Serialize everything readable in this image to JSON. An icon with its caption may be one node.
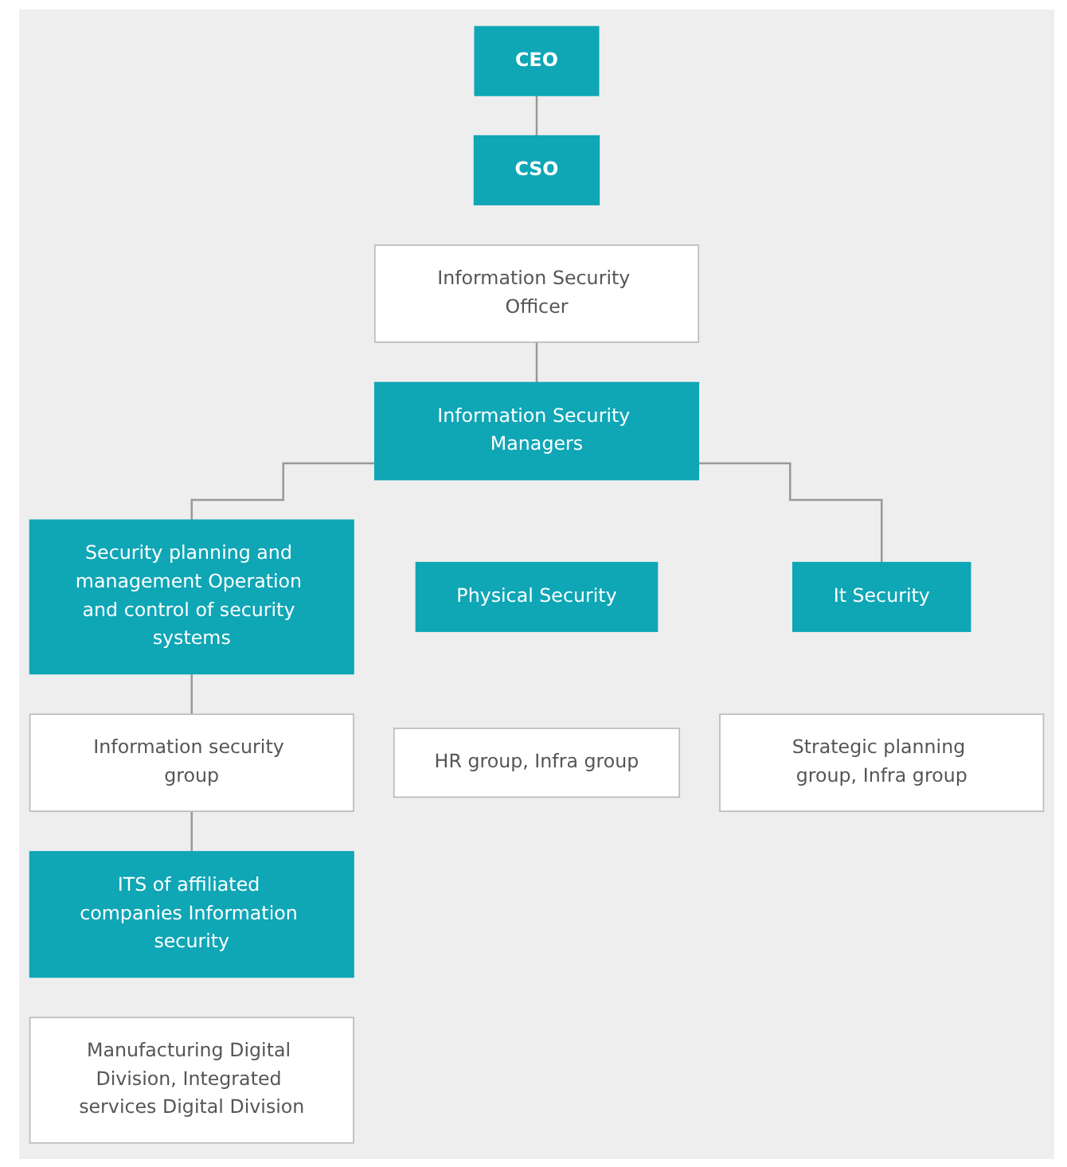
{
  "diagram": {
    "nodes": [
      {
        "text": [
          "CEO"
        ]
      },
      {
        "text": [
          "CSO"
        ]
      },
      {
        "text": [
          "Information Security Officer"
        ]
      },
      {
        "text": [
          "Information Security Managers"
        ]
      },
      {
        "text": [
          "Security planning and management Operation and control of security systems"
        ]
      },
      {
        "text": [
          "Information security group"
        ]
      },
      {
        "text": [
          "Physical Security"
        ]
      },
      {
        "text": [
          "HR group, Infra group"
        ]
      },
      {
        "text": [
          "It Security"
        ]
      },
      {
        "text": [
          "Strategic planning group, Infra group"
        ]
      },
      {
        "text": [
          "ITS of affiliated companies Information security"
        ]
      },
      {
        "text": [
          "Manufacturing Digital Division, Integrated services Digital Division"
        ]
      }
    ],
    "edges": [
      {
        "from": 0,
        "to": 1,
        "arrow": "none"
      },
      {
        "from": 2,
        "to": 3,
        "arrow": "none"
      },
      {
        "from": 3,
        "to": 4,
        "arrow": "none"
      },
      {
        "from": 3,
        "to": 8,
        "arrow": "none"
      },
      {
        "from": 4,
        "to": 5,
        "arrow": "none"
      },
      {
        "from": 5,
        "to": 10,
        "arrow": "none"
      }
    ]
  }
}
